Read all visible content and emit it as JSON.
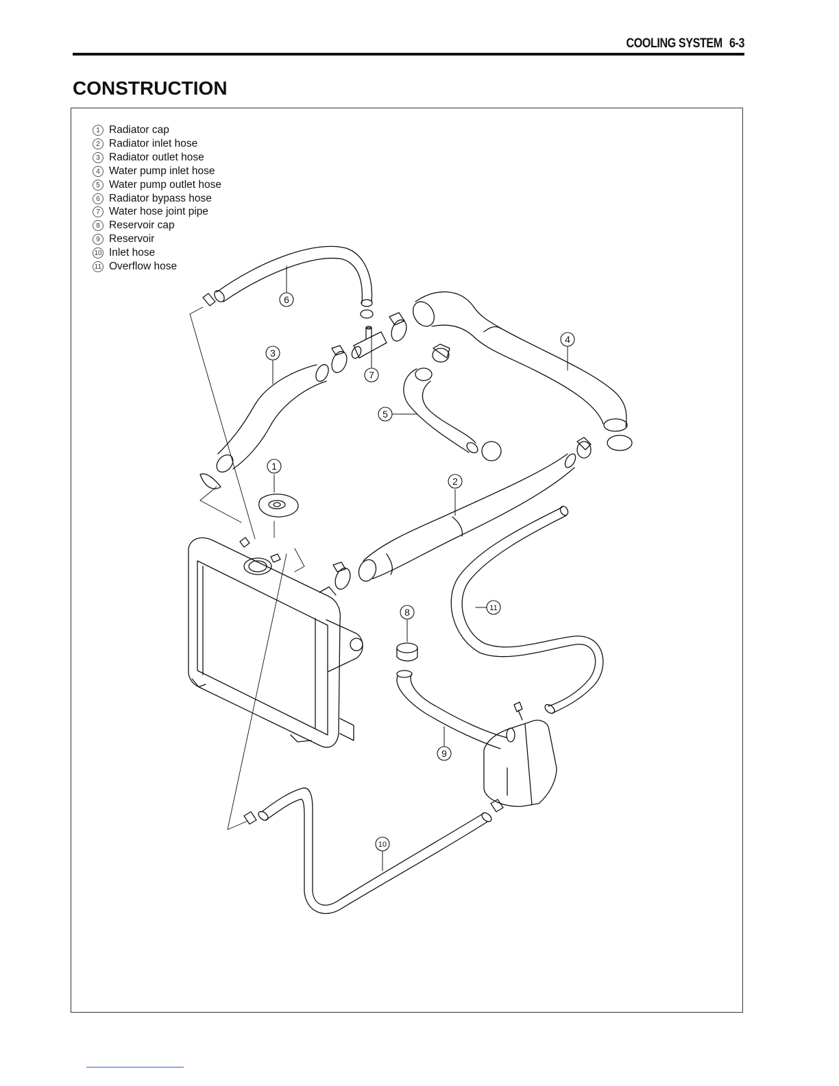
{
  "header": {
    "section": "COOLING SYSTEM",
    "page": "6-3"
  },
  "title": "CONSTRUCTION",
  "legend": [
    {
      "num": "1",
      "label": "Radiator cap"
    },
    {
      "num": "2",
      "label": "Radiator inlet hose"
    },
    {
      "num": "3",
      "label": "Radiator outlet hose"
    },
    {
      "num": "4",
      "label": "Water pump inlet hose"
    },
    {
      "num": "5",
      "label": "Water pump outlet hose"
    },
    {
      "num": "6",
      "label": "Radiator bypass hose"
    },
    {
      "num": "7",
      "label": "Water hose joint pipe"
    },
    {
      "num": "8",
      "label": "Reservoir cap"
    },
    {
      "num": "9",
      "label": "Reservoir"
    },
    {
      "num": "10",
      "label": "Inlet hose"
    },
    {
      "num": "11",
      "label": "Overflow hose"
    }
  ],
  "callouts": [
    "1",
    "2",
    "3",
    "4",
    "5",
    "6",
    "7",
    "8",
    "9",
    "10",
    "11"
  ]
}
